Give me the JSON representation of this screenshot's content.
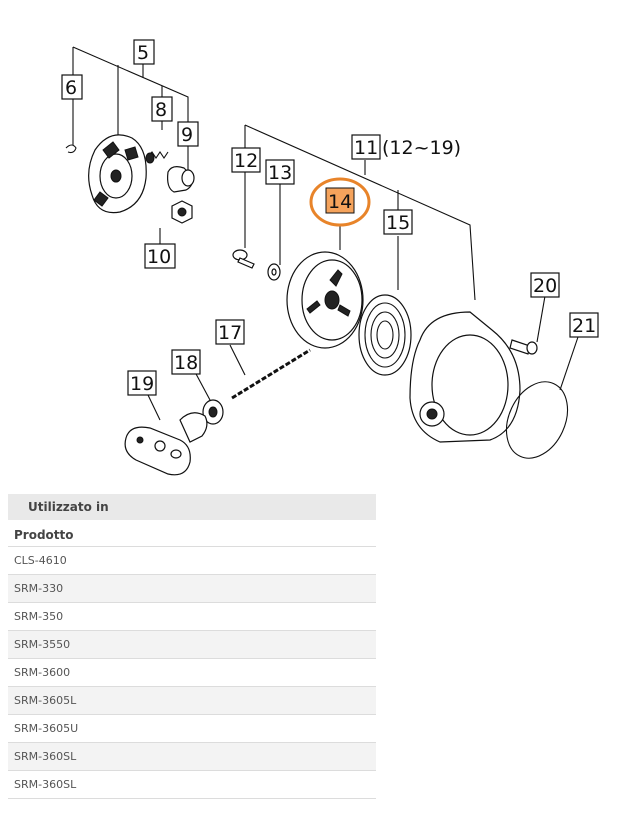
{
  "diagram": {
    "callouts": {
      "c5": "5",
      "c6": "6",
      "c8": "8",
      "c9": "9",
      "c10": "10",
      "c11": "11",
      "c11_range": "(12~19)",
      "c12": "12",
      "c13": "13",
      "c14": "14",
      "c15": "15",
      "c17": "17",
      "c18": "18",
      "c19": "19",
      "c20": "20",
      "c21": "21"
    },
    "highlight_color": "#f5a35c",
    "highlight_ring_color": "#e8842a"
  },
  "table": {
    "section_title": "Utilizzato in",
    "column_header": "Prodotto",
    "rows": [
      "CLS-4610",
      "SRM-330",
      "SRM-350",
      "SRM-3550",
      "SRM-3600",
      "SRM-3605L",
      "SRM-3605U",
      "SRM-360SL",
      "SRM-360SL"
    ]
  }
}
